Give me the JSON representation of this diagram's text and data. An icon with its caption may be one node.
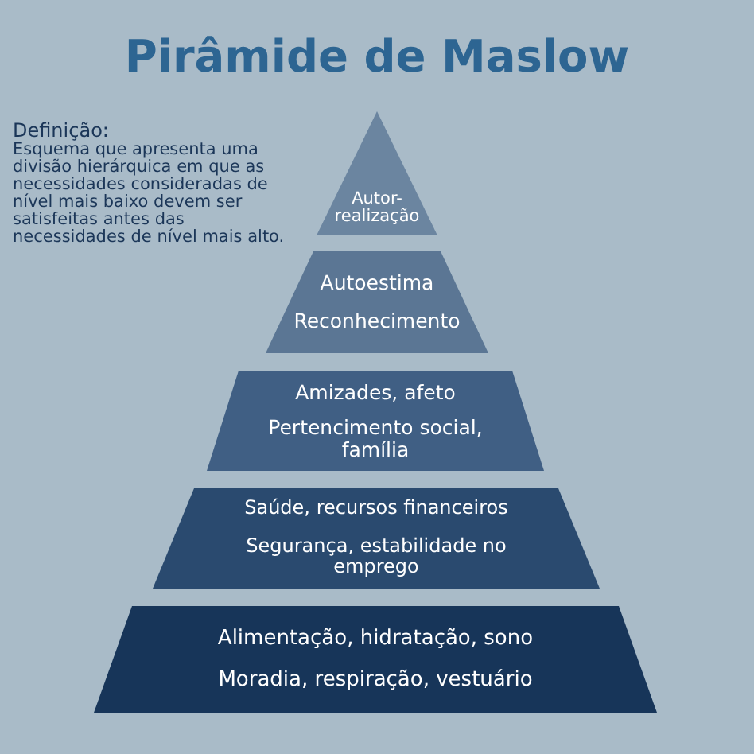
{
  "diagram": {
    "title": "Pirâmide de Maslow",
    "nodes": [
      {
        "text": [
          "Autor- realização"
        ]
      },
      {
        "text": [
          "Autoestima",
          "Reconhecimento"
        ]
      },
      {
        "text": [
          "Amizades, afeto",
          "Pertencimento social, família"
        ]
      },
      {
        "text": [
          "Saúde, recursos financeiros",
          "Segurança, estabilidade no emprego"
        ]
      },
      {
        "text": [
          "Alimentação, hidratação, sono",
          "Moradia, respiração, vestuário"
        ]
      }
    ],
    "labels": [
      "Definição:",
      "Esquema que apresenta uma divisão hierárquica em que as necessidades consideradas de nível mais baixo devem ser satisfeitas antes das necessidades de nível mais alto."
    ]
  }
}
